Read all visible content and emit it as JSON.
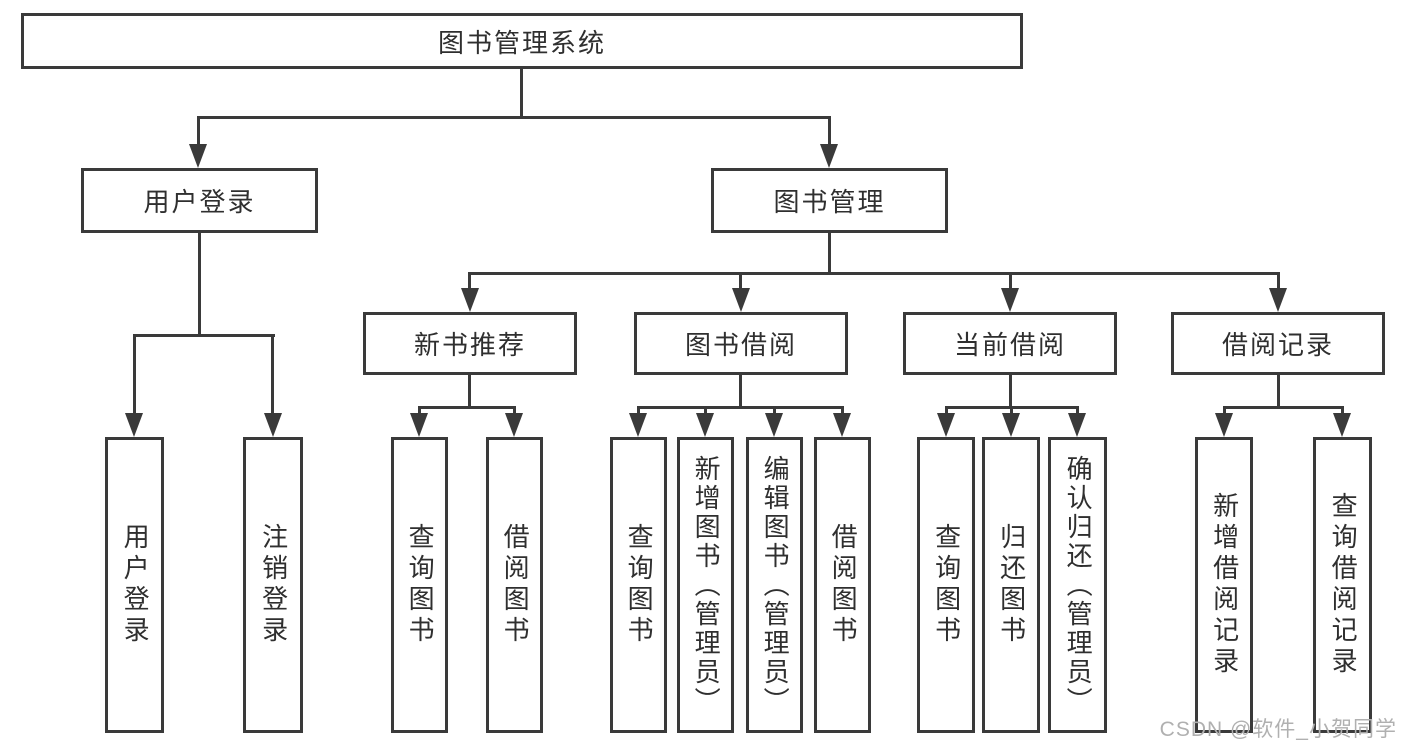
{
  "tree": {
    "root": {
      "label": "图书管理系统"
    },
    "level2": [
      {
        "label": "用户登录"
      },
      {
        "label": "图书管理"
      }
    ],
    "level3": [
      {
        "label": "新书推荐"
      },
      {
        "label": "图书借阅"
      },
      {
        "label": "当前借阅"
      },
      {
        "label": "借阅记录"
      }
    ],
    "leaves": {
      "user_login": [
        {
          "label": "用户登录"
        },
        {
          "label": "注销登录"
        }
      ],
      "new_book": [
        {
          "label": "查询图书"
        },
        {
          "label": "借阅图书"
        }
      ],
      "book_borrow": [
        {
          "label": "查询图书"
        },
        {
          "label": "新增图书（管理员）"
        },
        {
          "label": "编辑图书（管理员）"
        },
        {
          "label": "借阅图书"
        }
      ],
      "current_borrow": [
        {
          "label": "查询图书"
        },
        {
          "label": "归还图书"
        },
        {
          "label": "确认归还（管理员）"
        }
      ],
      "borrow_records": [
        {
          "label": "新增借阅记录"
        },
        {
          "label": "查询借阅记录"
        }
      ]
    }
  },
  "watermark": {
    "text": "CSDN @软件_小贺同学"
  },
  "colors": {
    "line": "#3a3a3a",
    "text": "#2f2f2f",
    "watermark": "#b0b0b0",
    "background": "#ffffff"
  }
}
